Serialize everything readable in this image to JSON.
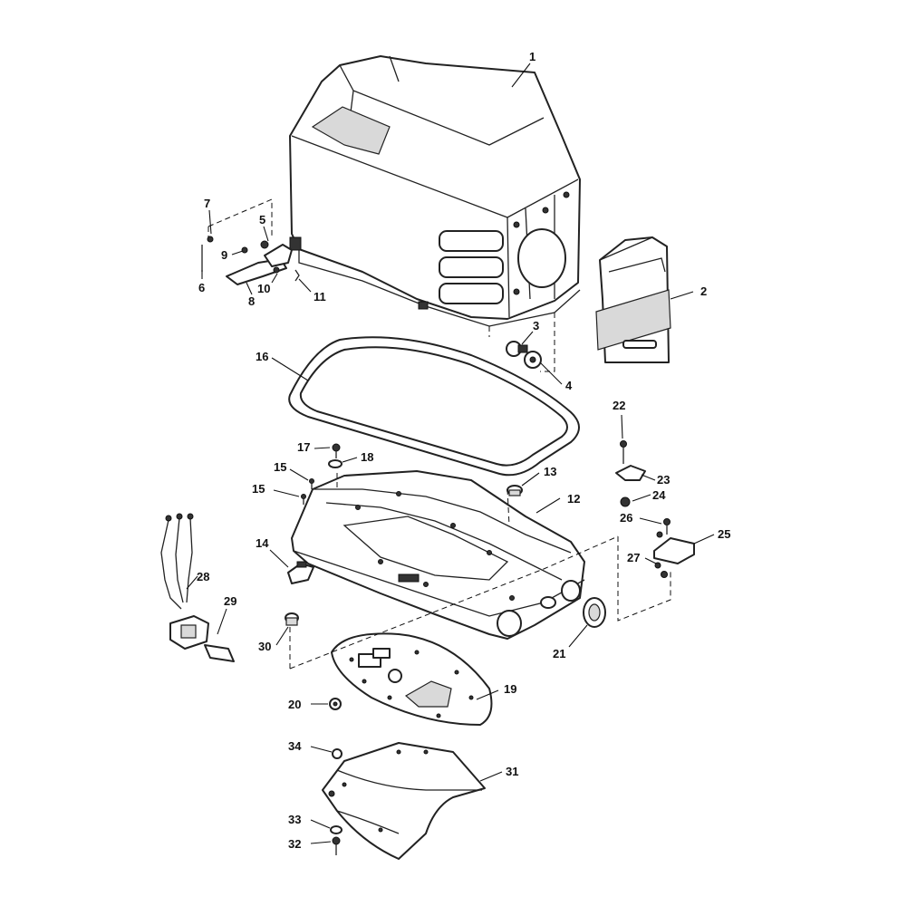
{
  "callouts": {
    "c1": "1",
    "c2": "2",
    "c3": "3",
    "c4": "4",
    "c5": "5",
    "c6": "6",
    "c7": "7",
    "c8": "8",
    "c9": "9",
    "c10": "10",
    "c11": "11",
    "c12": "12",
    "c13": "13",
    "c14": "14",
    "c15a": "15",
    "c15b": "15",
    "c16": "16",
    "c17": "17",
    "c18": "18",
    "c19": "19",
    "c20": "20",
    "c21": "21",
    "c22": "22",
    "c23": "23",
    "c24": "24",
    "c25": "25",
    "c26": "26",
    "c27": "27",
    "c28": "28",
    "c29": "29",
    "c30": "30",
    "c31": "31",
    "c32": "32",
    "c33": "33",
    "c34": "34"
  }
}
